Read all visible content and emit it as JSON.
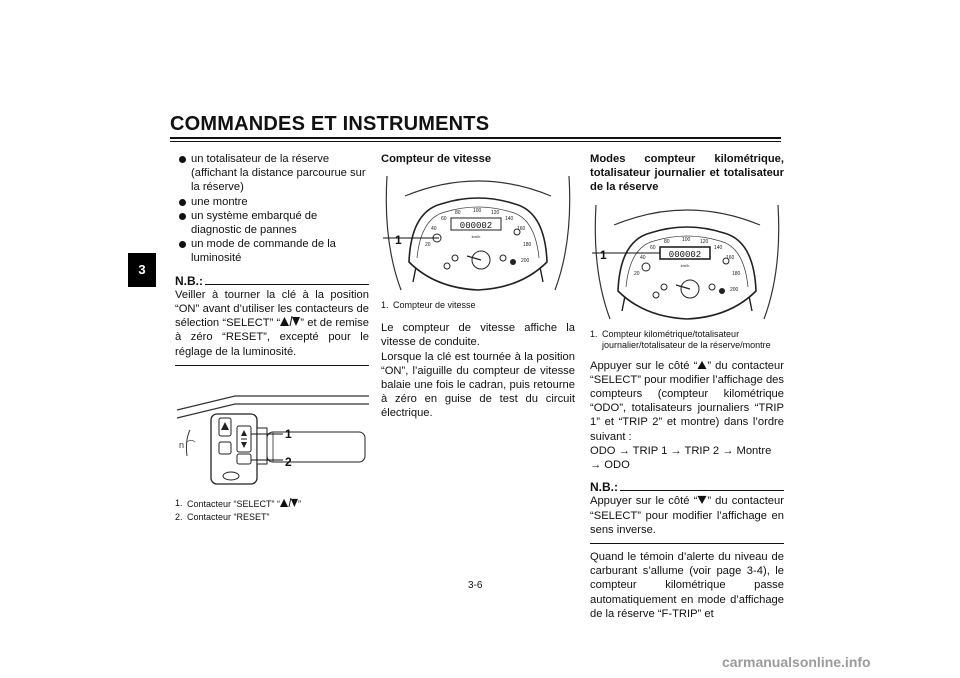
{
  "header": {
    "title": "COMMANDES ET INSTRUMENTS",
    "tab": "3"
  },
  "col1": {
    "bullets": [
      "un totalisateur de la réserve (affichant la distance parcourue sur la réserve)",
      "une montre",
      "un système embarqué de diagnostic de pannes",
      "un mode de commande de la luminosité"
    ],
    "nb_label": "N.B.:",
    "nb_text_a": "Veiller à tourner la clé à la position “ON” avant d’utiliser les contacteurs de sélection “SELECT” “",
    "nb_text_b": "” et de remise à zéro “RESET”, excepté pour le réglage de la luminosité.",
    "figure_callouts": [
      "1",
      "2"
    ],
    "caption1_num": "1.",
    "caption1_a": "Contacteur “SELECT” “",
    "caption1_b": "”",
    "caption2_num": "2.",
    "caption2": "Contacteur “RESET”"
  },
  "col2": {
    "heading": "Compteur de vitesse",
    "figure_callout": "1",
    "odometer": "000002",
    "unit": "km/h",
    "caption_num": "1.",
    "caption": "Compteur de vitesse",
    "paragraph": "Le compteur de vitesse affiche la vitesse de conduite.\nLorsque la clé est tournée à la position “ON”, l’aiguille du compteur de vitesse balaie une fois le cadran, puis retourne à zéro en guise de test du circuit électrique."
  },
  "col3": {
    "heading": "Modes compteur kilométrique, totalisateur journalier et totalisateur de la réserve",
    "figure_callout": "1",
    "odometer": "000002",
    "unit": "km/h",
    "caption_num": "1.",
    "caption": "Compteur kilométrique/totalisateur journalier/totalisateur de la réserve/montre",
    "para1_a": "Appuyer sur le côté “",
    "para1_b": "” du contacteur “SELECT” pour modifier l’affichage des compteurs (compteur kilométrique “ODO”, totalisateurs journaliers “TRIP 1” et “TRIP 2” et montre) dans l’ordre suivant :",
    "sequence": "ODO → TRIP 1 → TRIP 2 → Montre → ODO",
    "nb_label": "N.B.:",
    "nb_a": "Appuyer sur le côté “",
    "nb_b": "” du contacteur “SELECT” pour modifier l’affichage en sens inverse.",
    "para2": "Quand le témoin d’alerte du niveau de carburant s’allume (voir page 3-4), le compteur kilométrique passe automatiquement en mode d’affichage de la réserve “F-TRIP” et"
  },
  "footer": {
    "page_number": "3-6",
    "watermark": "carmanualsonline.info"
  },
  "colors": {
    "text": "#111111",
    "tab_bg": "#000000",
    "watermark": "#9b9b9b"
  }
}
